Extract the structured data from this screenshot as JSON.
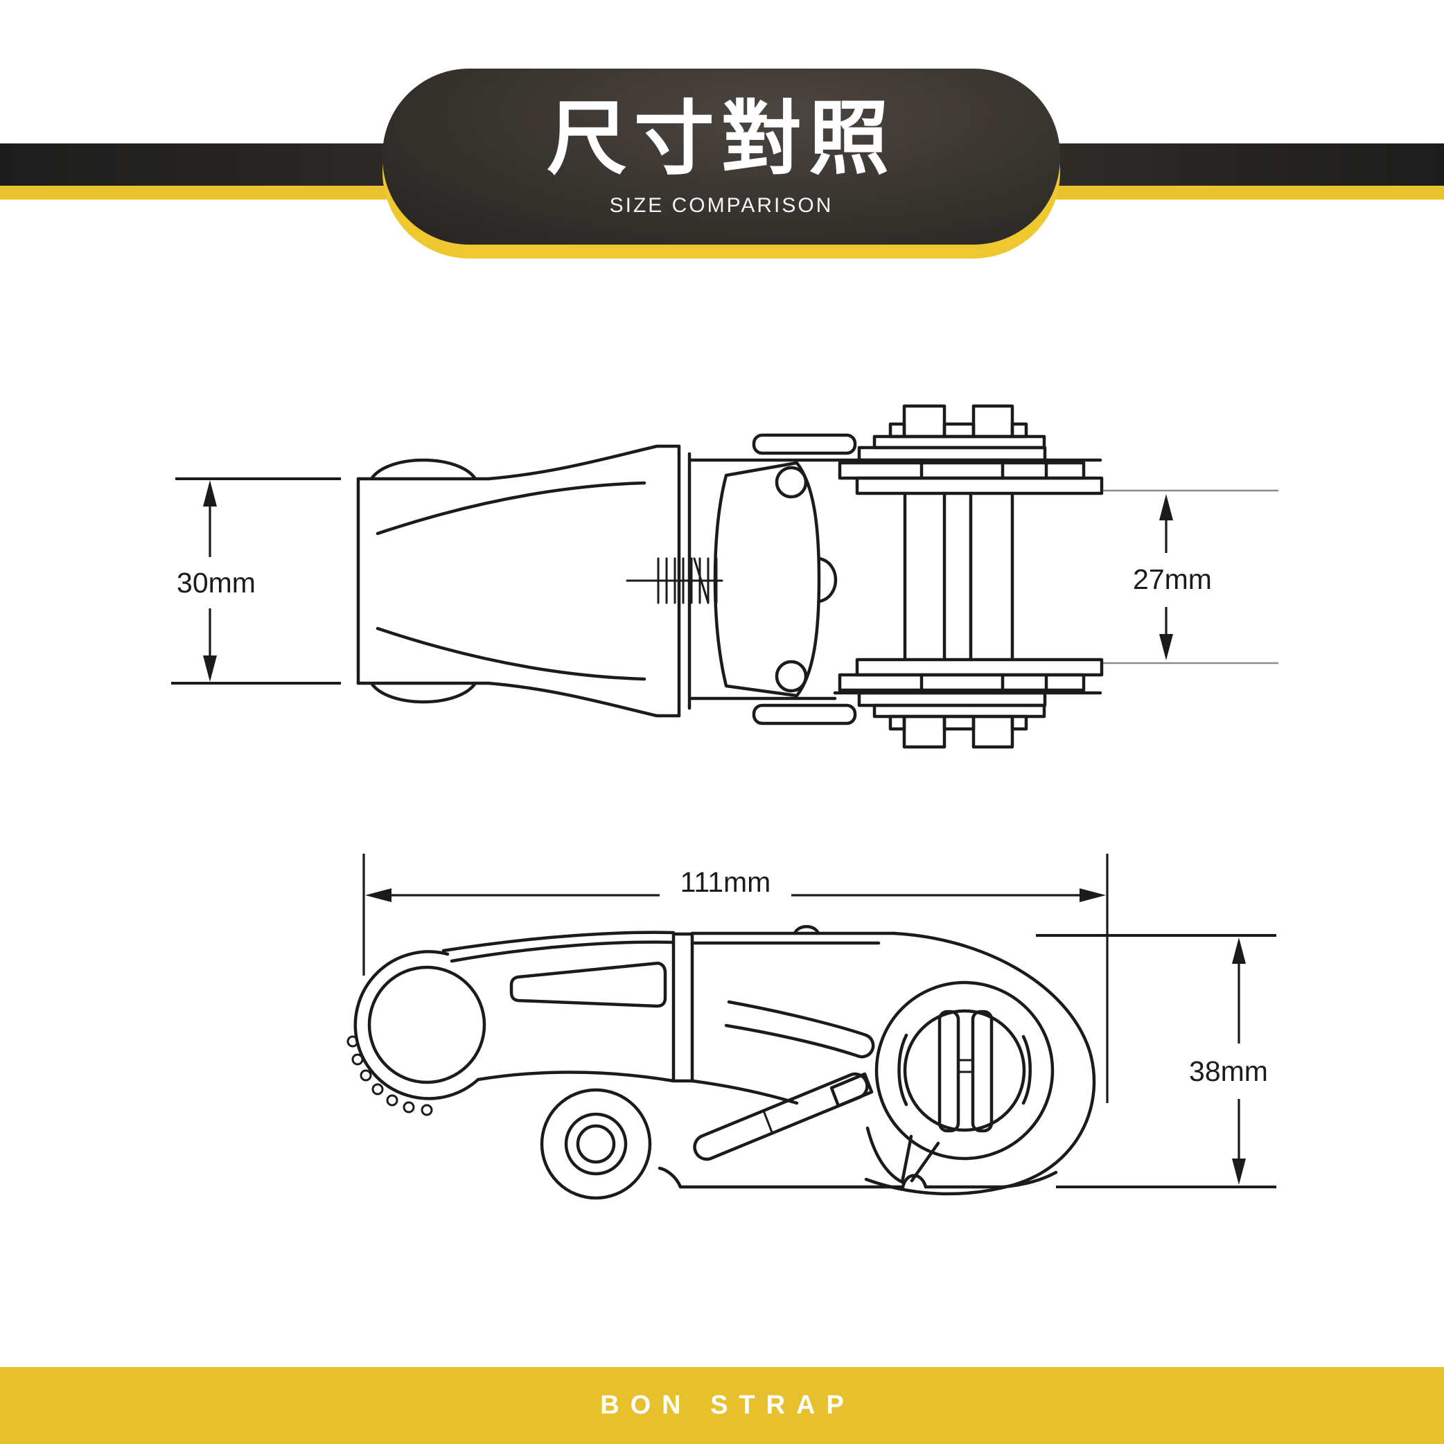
{
  "header": {
    "title": "尺寸對照",
    "subtitle": "SIZE COMPARISON"
  },
  "drawings": {
    "top_view": {
      "name": "ratchet-buckle-top-view",
      "dim_left": {
        "label": "30mm",
        "value_mm": 30,
        "orientation": "vertical"
      },
      "dim_right": {
        "label": "27mm",
        "value_mm": 27,
        "orientation": "vertical"
      }
    },
    "side_view": {
      "name": "ratchet-buckle-side-view",
      "dim_top": {
        "label": "111mm",
        "value_mm": 111,
        "orientation": "horizontal"
      },
      "dim_right": {
        "label": "38mm",
        "value_mm": 38,
        "orientation": "vertical"
      }
    }
  },
  "footer": {
    "brand": "BON STRAP"
  },
  "colors": {
    "accent_yellow": "#E9C32E",
    "footer_yellow": "#E7C02D",
    "banner_dark": "#1d1c1b",
    "line_dark": "#1b1b1b",
    "strap_line_gray": "#8a8a8a",
    "text_white": "#ffffff"
  }
}
